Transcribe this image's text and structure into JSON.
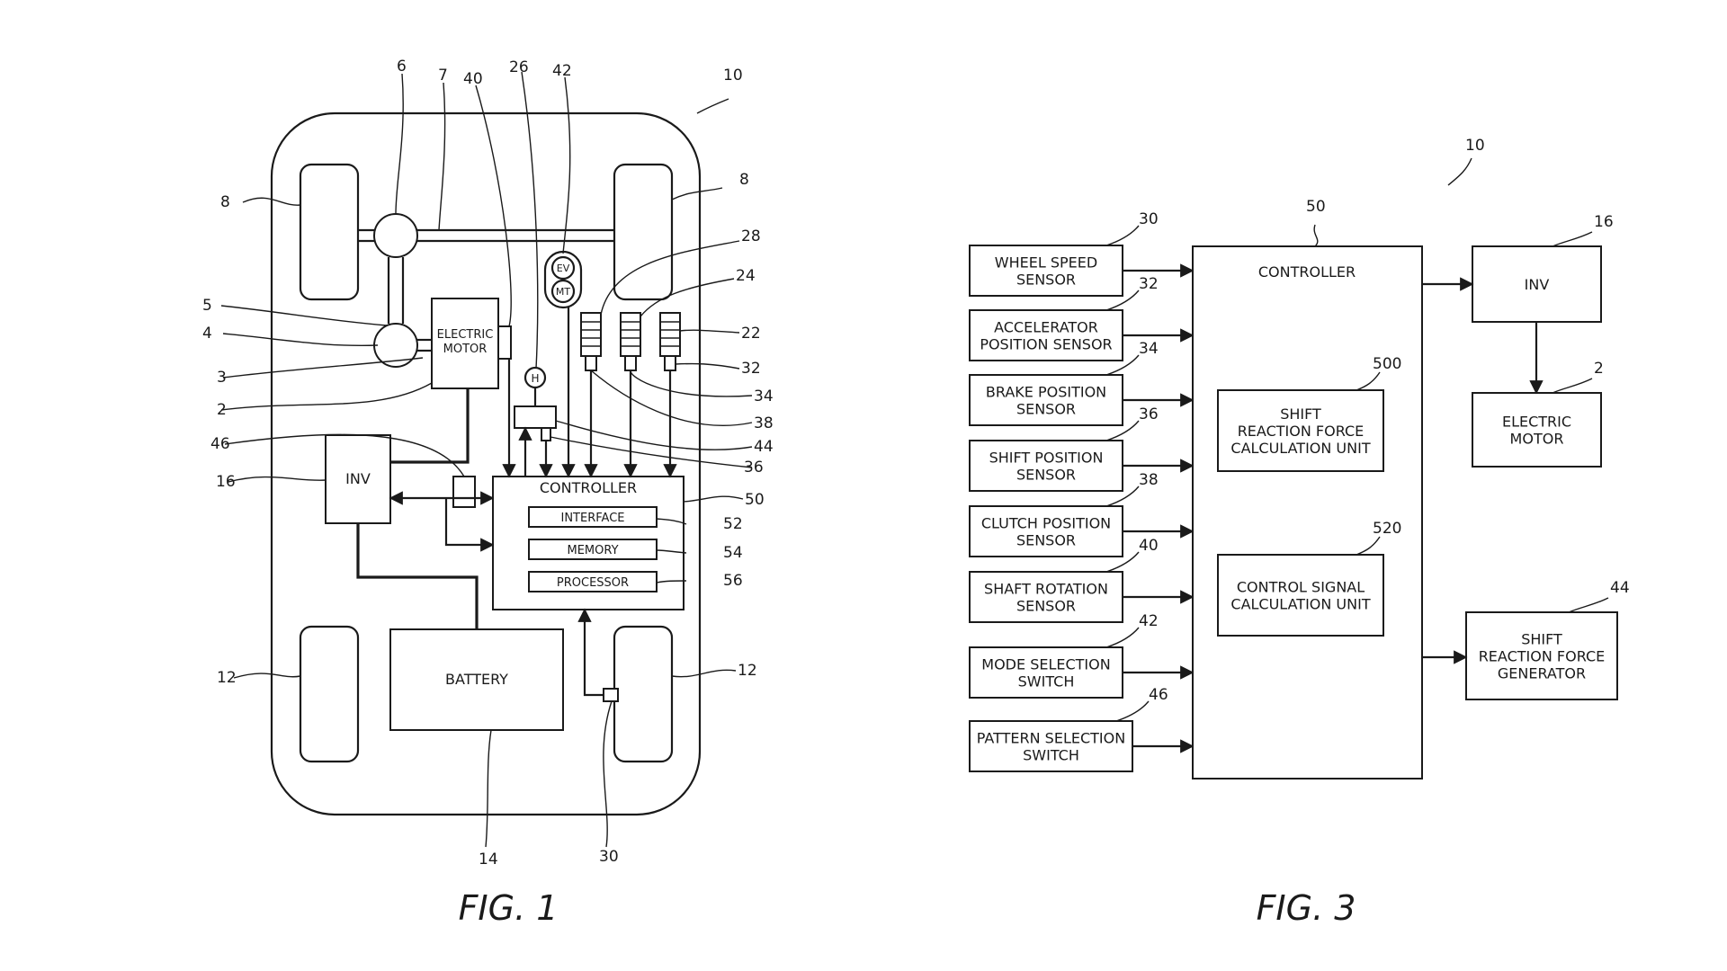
{
  "fig1": {
    "caption": "FIG. 1",
    "labels": {
      "electric_motor": [
        "ELECTRIC",
        "MOTOR"
      ],
      "inv": "INV",
      "controller": "CONTROLLER",
      "interface": "INTERFACE",
      "memory": "MEMORY",
      "processor": "PROCESSOR",
      "battery": "BATTERY",
      "ev": "EV",
      "mt": "MT",
      "shift_symbol": "H"
    },
    "refs": {
      "r10": "10",
      "r6": "6",
      "r7": "7",
      "r40": "40",
      "r26": "26",
      "r42": "42",
      "r8_left": "8",
      "r8_right": "8",
      "r28": "28",
      "r24": "24",
      "r22": "22",
      "r32": "32",
      "r5": "5",
      "r4": "4",
      "r3": "3",
      "r2": "2",
      "r46": "46",
      "r16": "16",
      "r34": "34",
      "r38": "38",
      "r44": "44",
      "r36": "36",
      "r50": "50",
      "r52": "52",
      "r54": "54",
      "r56": "56",
      "r12_left": "12",
      "r12_right": "12",
      "r14": "14",
      "r30": "30"
    }
  },
  "fig3": {
    "caption": "FIG. 3",
    "system_ref": "10",
    "controller": {
      "label": "CONTROLLER",
      "ref": "50"
    },
    "sensors": [
      {
        "ref": "30",
        "lines": [
          "WHEEL SPEED",
          "SENSOR"
        ]
      },
      {
        "ref": "32",
        "lines": [
          "ACCELERATOR",
          "POSITION SENSOR"
        ]
      },
      {
        "ref": "34",
        "lines": [
          "BRAKE POSITION",
          "SENSOR"
        ]
      },
      {
        "ref": "36",
        "lines": [
          "SHIFT POSITION",
          "SENSOR"
        ]
      },
      {
        "ref": "38",
        "lines": [
          "CLUTCH POSITION",
          "SENSOR"
        ]
      },
      {
        "ref": "40",
        "lines": [
          "SHAFT ROTATION",
          "SENSOR"
        ]
      },
      {
        "ref": "42",
        "lines": [
          "MODE SELECTION",
          "SWITCH"
        ]
      },
      {
        "ref": "46",
        "lines": [
          "PATTERN SELECTION",
          "SWITCH"
        ]
      }
    ],
    "units": [
      {
        "ref": "500",
        "lines": [
          "SHIFT",
          "REACTION FORCE",
          "CALCULATION UNIT"
        ]
      },
      {
        "ref": "520",
        "lines": [
          "CONTROL SIGNAL",
          "CALCULATION UNIT"
        ]
      }
    ],
    "outputs": [
      {
        "ref": "16",
        "lines": [
          "INV"
        ]
      },
      {
        "ref": "2",
        "lines": [
          "ELECTRIC",
          "MOTOR"
        ]
      },
      {
        "ref": "44",
        "lines": [
          "SHIFT",
          "REACTION FORCE",
          "GENERATOR"
        ]
      }
    ]
  }
}
